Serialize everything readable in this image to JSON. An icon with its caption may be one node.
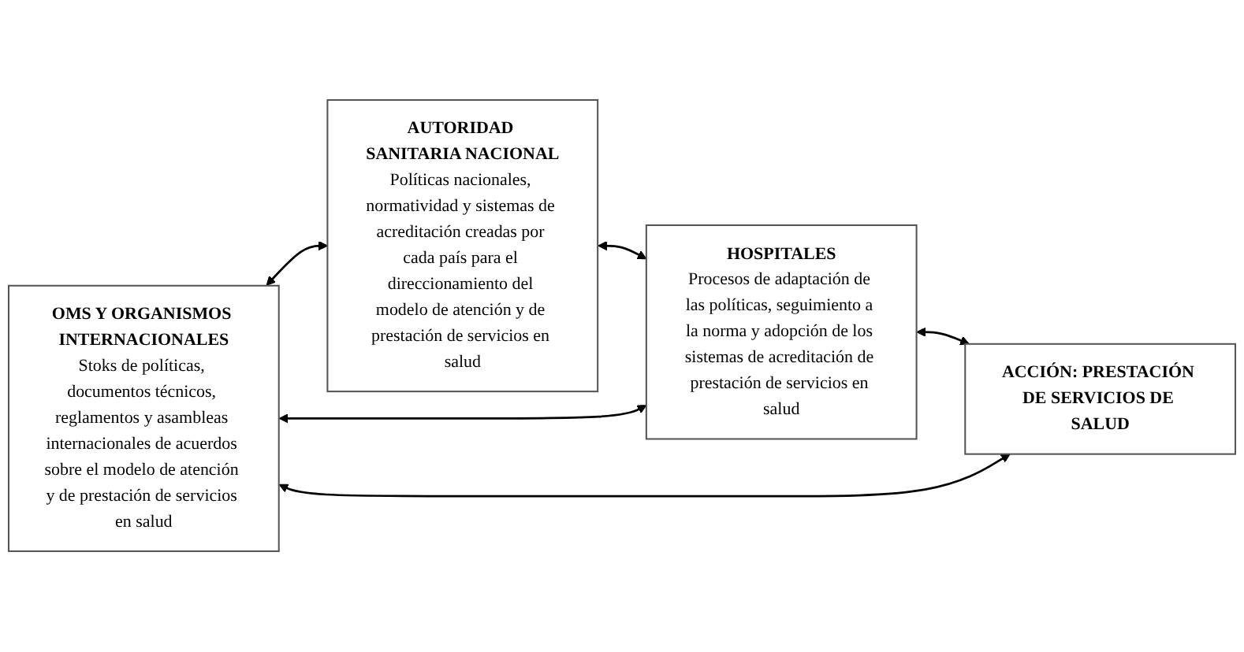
{
  "diagram": {
    "nodes": [
      {
        "text": [
          "OMS Y ORGANISMOS INTERNACIONALES",
          "Stoks de políticas, documentos técnicos, reglamentos y asambleas internacionales de acuerdos sobre el modelo de atención y de prestación de servicios en salud"
        ]
      },
      {
        "text": [
          "AUTORIDAD SANITARIA NACIONAL",
          "Políticas nacionales, normatividad y sistemas de acreditación creadas por cada país para el direccionamiento del modelo de atención y de prestación de servicios en salud"
        ]
      },
      {
        "text": [
          "HOSPITALES",
          "Procesos de adaptación de las políticas, seguimiento a la norma y adopción de los sistemas de acreditación de prestación de servicios en salud"
        ]
      },
      {
        "text": [
          "ACCIÓN: PRESTACIÓN DE SERVICIOS DE SALUD"
        ]
      }
    ],
    "edges": [
      {
        "from": 0,
        "to": 1,
        "arrow": "both"
      },
      {
        "from": 1,
        "to": 2,
        "arrow": "both"
      },
      {
        "from": 2,
        "to": 3,
        "arrow": "both"
      },
      {
        "from": 0,
        "to": 2,
        "arrow": "both"
      },
      {
        "from": 0,
        "to": 3,
        "arrow": "both"
      }
    ]
  }
}
